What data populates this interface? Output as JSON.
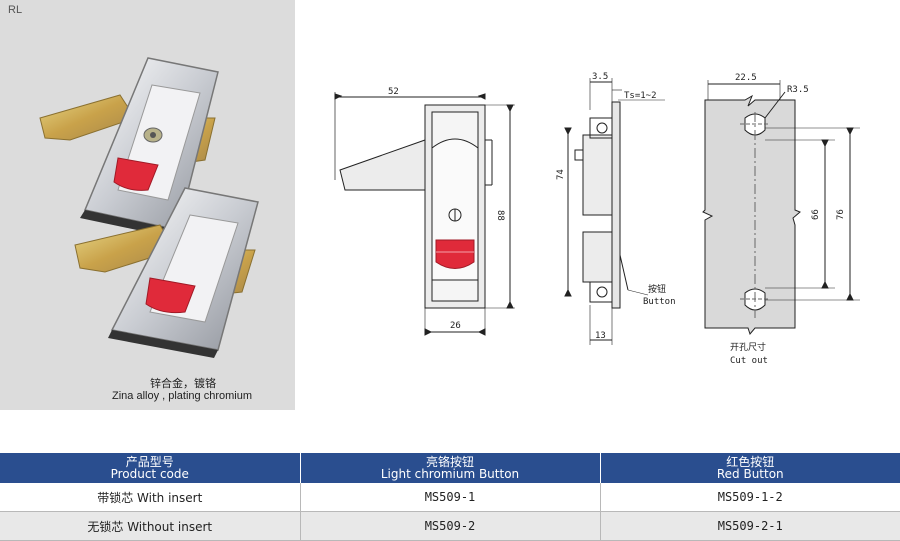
{
  "series_label": "RL",
  "material": {
    "cn": "锌合金，镀铬",
    "en": "Zina alloy , plating chromium"
  },
  "drawing": {
    "front": {
      "width_overall": "52",
      "body_width": "26",
      "height": "88"
    },
    "side": {
      "top": "3.5",
      "thickness": "Ts=1~2",
      "height": "74",
      "bottom": "13",
      "button_cn": "按钮",
      "button_en": "Button"
    },
    "cutout": {
      "width": "22.5",
      "radius": "R3.5",
      "inner": "66",
      "outer": "76",
      "caption_cn": "开孔尺寸",
      "caption_en": "Cut out"
    }
  },
  "table": {
    "headers": [
      {
        "cn": "产品型号",
        "en": "Product code"
      },
      {
        "cn": "亮铬按钮",
        "en": "Light chromium Button"
      },
      {
        "cn": "红色按钮",
        "en": "Red Button"
      }
    ],
    "rows": [
      {
        "label": "带锁芯  With insert",
        "chromium": "MS509-1",
        "red": "MS509-1-2"
      },
      {
        "label": "无锁芯  Without insert",
        "chromium": "MS509-2",
        "red": "MS509-2-1"
      }
    ]
  },
  "colors": {
    "header_bg": "#2a4e8f",
    "button_red": "#e02a3a"
  }
}
